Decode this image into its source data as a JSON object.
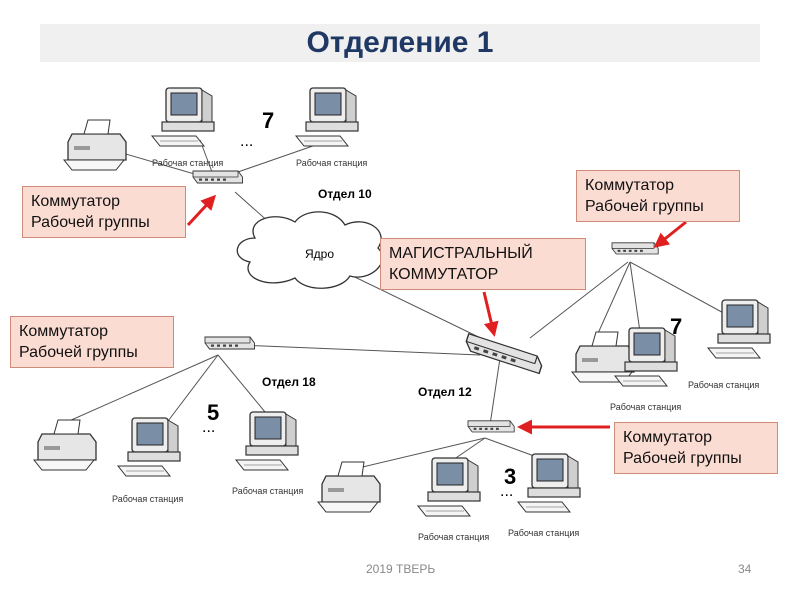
{
  "title": "Отделение 1",
  "footer": {
    "center": "2019 ТВЕРЬ",
    "page_number": "34"
  },
  "callouts": {
    "tl": [
      "Коммутатор",
      "Рабочей группы"
    ],
    "tr": [
      "Коммутатор",
      "Рабочей группы"
    ],
    "ml": [
      "Коммутатор",
      "Рабочей группы"
    ],
    "br": [
      "Коммутатор",
      "Рабочей группы"
    ],
    "core": [
      "МАГИСТРАЛЬНЫЙ",
      "КОММУТАТОР"
    ]
  },
  "labels": {
    "cloud": "Ядро",
    "dept10": "Отдел 10",
    "dept18": "Отдел 18",
    "dept12": "Отдел 12",
    "ws": "Рабочая станция",
    "ellipsis": "...",
    "n7a": "7",
    "n7b": "7",
    "n5": "5",
    "n3": "3"
  },
  "colors": {
    "title": "#1f3864",
    "callout_bg": "#fbdcd3",
    "arrow": "#e02020"
  }
}
